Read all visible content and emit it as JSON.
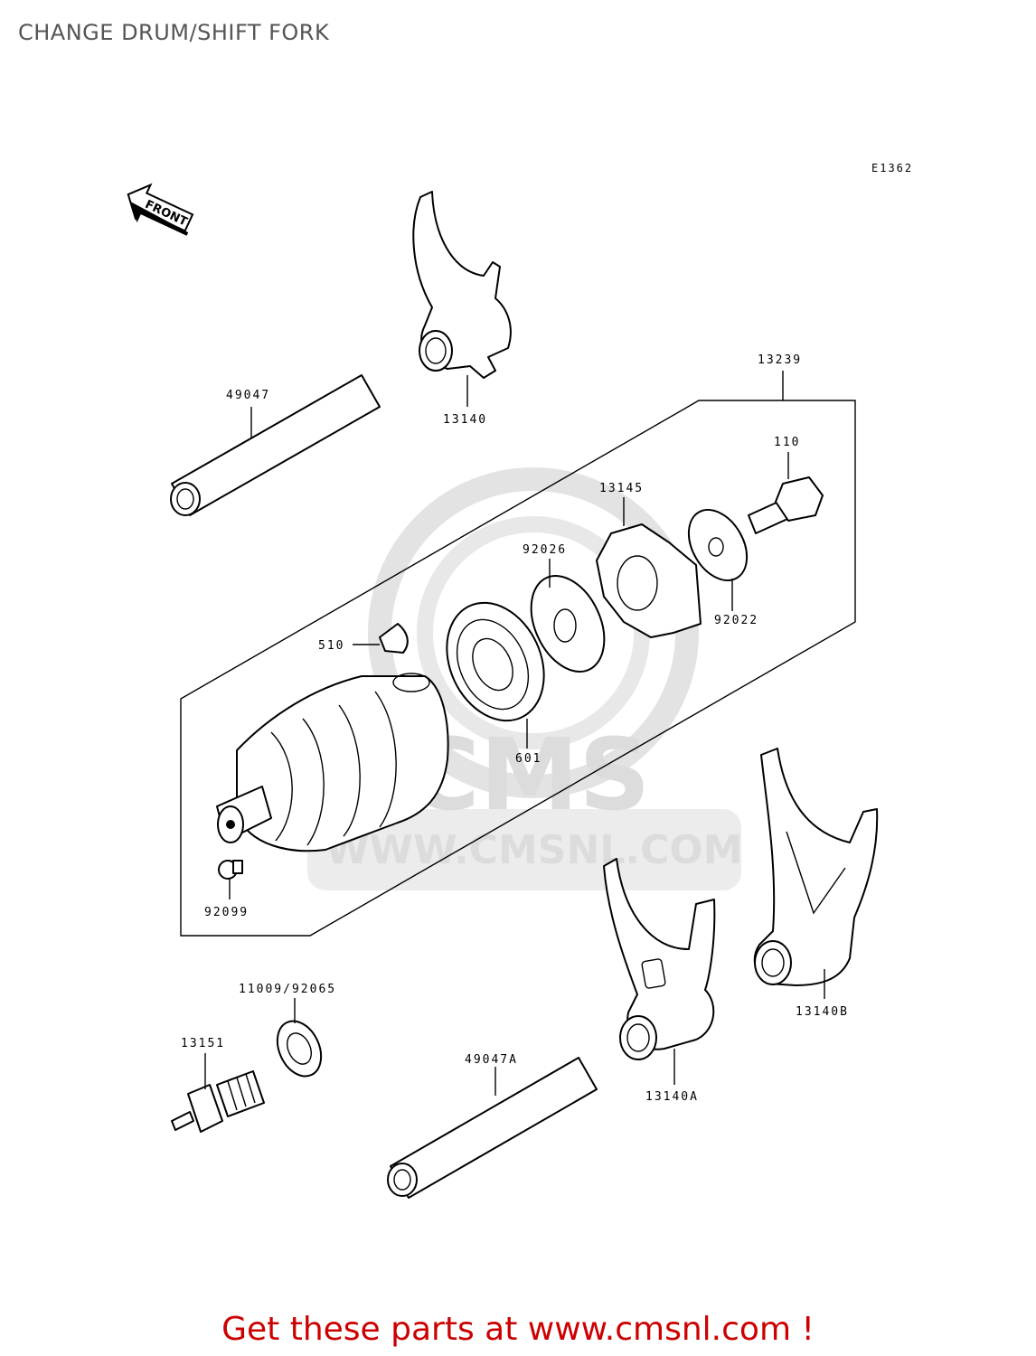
{
  "title": "CHANGE DRUM/SHIFT FORK",
  "ref_code": "E1362",
  "front_label": "FRONT",
  "watermark": {
    "logo": "CMS",
    "url": "WWW.CMSNL.COM"
  },
  "footer": {
    "text": "Get these parts at www.cmsnl.com !",
    "color": "#cc0000"
  },
  "parts": {
    "p13239": "13239",
    "p13140": "13140",
    "p49047": "49047",
    "p110": "110",
    "p13145": "13145",
    "p92026": "92026",
    "p92022": "92022",
    "p510": "510",
    "p601": "601",
    "p92099": "92099",
    "p11009": "11009/92065",
    "p13151": "13151",
    "p49047a": "49047A",
    "p13140a": "13140A",
    "p13140b": "13140B"
  }
}
